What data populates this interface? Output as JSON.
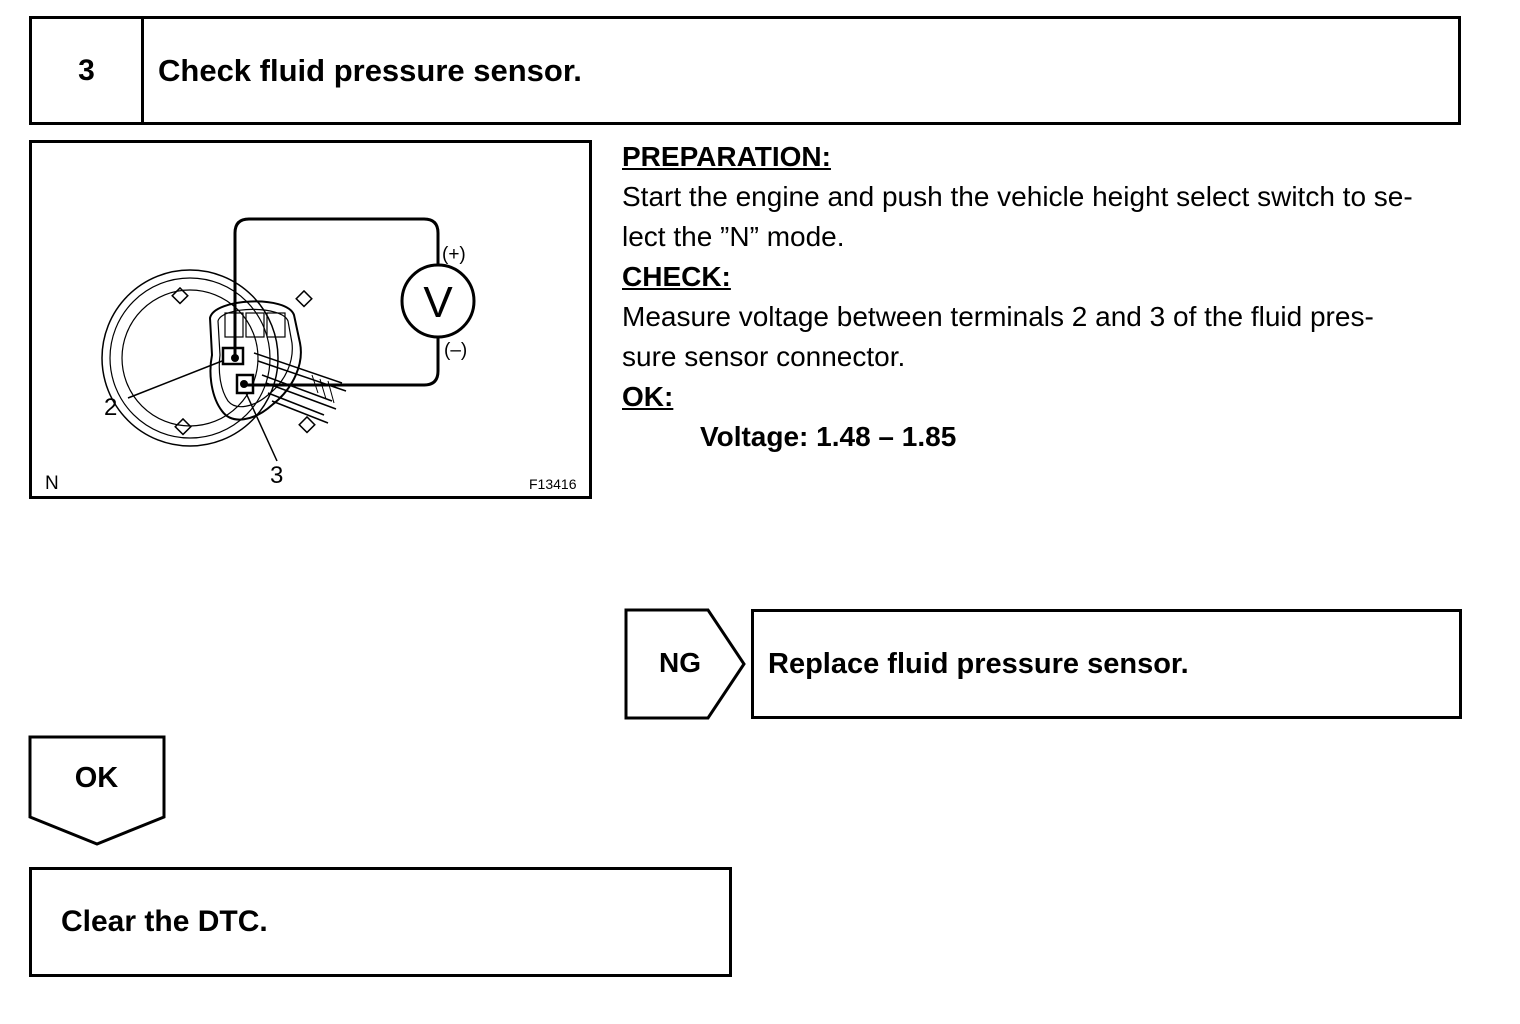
{
  "step": {
    "number": "3",
    "title": "Check fluid pressure sensor."
  },
  "illustration": {
    "meter_symbol": "V",
    "plus_label": "(+)",
    "minus_label": "(–)",
    "terminal_2_label": "2",
    "terminal_3_label": "3",
    "mode_label": "N",
    "figure_code": "F13416"
  },
  "instructions": {
    "preparation_heading": "PREPARATION:",
    "preparation_line1": "Start the engine and push the vehicle height select switch to se-",
    "preparation_line2": "lect the ”N” mode.",
    "check_heading": "CHECK:",
    "check_line1": "Measure voltage between terminals 2 and 3 of the fluid pres-",
    "check_line2": "sure sensor connector.",
    "ok_heading": "OK:",
    "ok_value": "Voltage: 1.48 – 1.85"
  },
  "ng_branch": {
    "label": "NG",
    "action": "Replace fluid pressure sensor."
  },
  "ok_branch": {
    "label": "OK",
    "next_step": "Clear the DTC."
  }
}
